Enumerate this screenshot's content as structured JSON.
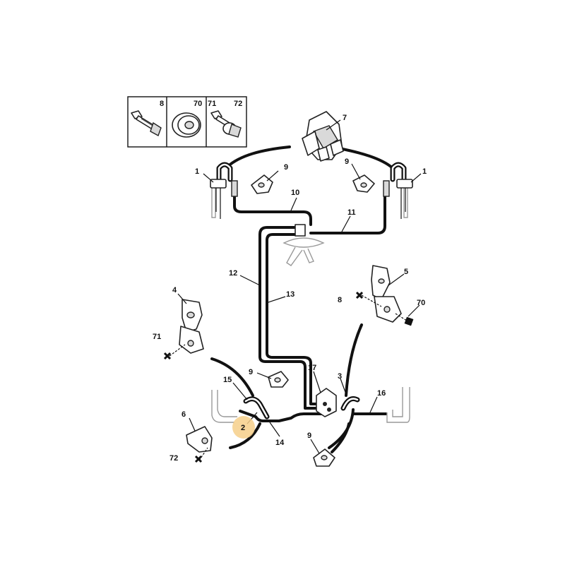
{
  "legend": {
    "cells": [
      {
        "label": "8",
        "icon": "bolt-icon"
      },
      {
        "label": "70",
        "icon": "washer-icon"
      },
      {
        "label": "71",
        "icon": "bolt-washer-icon"
      },
      {
        "label": "72",
        "icon": "bolt-washer-icon"
      }
    ]
  },
  "callouts": {
    "c1_left": "1",
    "c1_right": "1",
    "c2": "2",
    "c3": "3",
    "c4": "4",
    "c5": "5",
    "c6": "6",
    "c7": "7",
    "c8": "8",
    "c9_top_left": "9",
    "c9_top_right": "9",
    "c9_mid": "9",
    "c9_bottom": "9",
    "c10": "10",
    "c11": "11",
    "c12": "12",
    "c13": "13",
    "c14": "14",
    "c15": "15",
    "c16": "16",
    "c17": "17",
    "c70": "70",
    "c71": "71",
    "c72": "72"
  },
  "highlight": {
    "callout": "2",
    "color": "#f6cf8a"
  }
}
